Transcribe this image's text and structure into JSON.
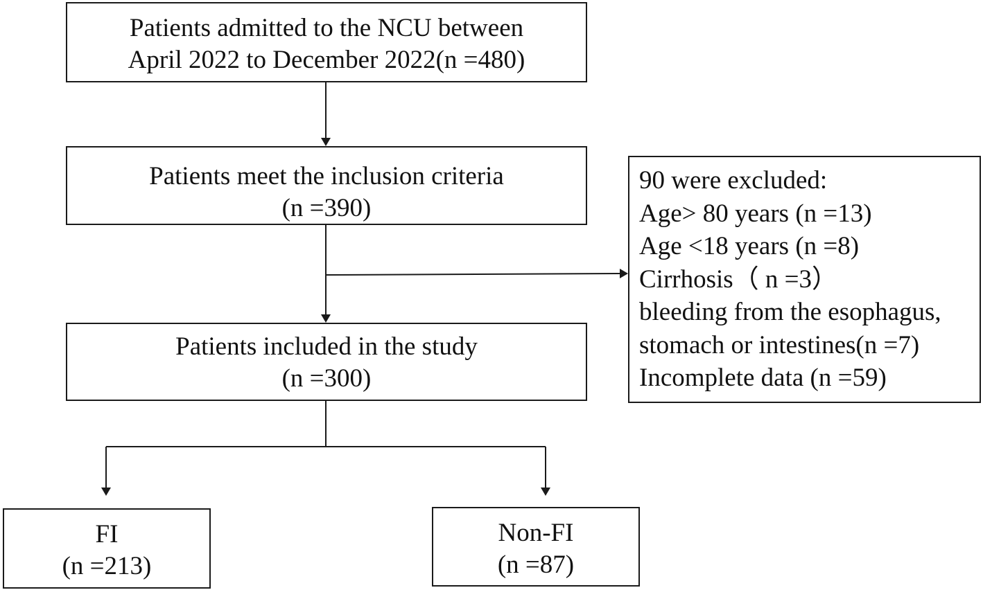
{
  "admitted": {
    "line1": "Patients admitted to the NCU between",
    "line2": "April 2022 to December 2022(n =480)"
  },
  "inclusion": {
    "line1": "Patients meet the inclusion criteria",
    "line2": "(n =390)"
  },
  "included": {
    "line1": "Patients included in the study",
    "line2": "(n =300)"
  },
  "excluded": {
    "title": "90 were excluded:",
    "items": [
      "Age> 80 years (n =13)",
      "Age <18 years (n =8)",
      "Cirrhosis（ n =3）",
      "bleeding from the esophagus,",
      "stomach or intestines(n =7)",
      "Incomplete data (n =59)"
    ]
  },
  "fi": {
    "label": "FI",
    "count": "(n =213)"
  },
  "nonfi": {
    "label": "Non-FI",
    "count": "(n =87)"
  },
  "colors": {
    "line": "#1a1a1a",
    "background": "#ffffff"
  }
}
